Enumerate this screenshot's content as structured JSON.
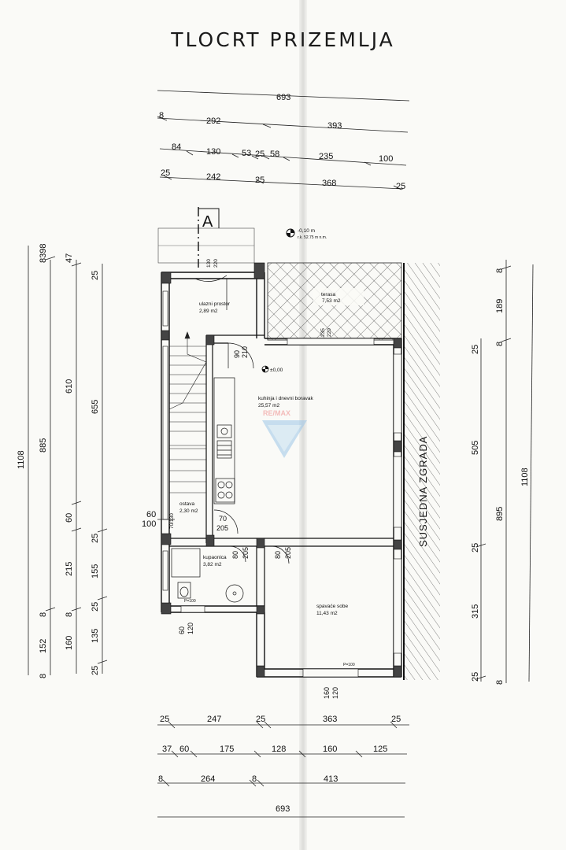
{
  "title": "TLOCRT PRIZEMLJA",
  "labels": {
    "section": "A",
    "neighbour": "SUSJEDNA ZGRADA",
    "watermark": "RE/MAX"
  },
  "levels": {
    "exterior": "-0,10 m",
    "exterior_abs": "r.k. 52.75 m n.m.",
    "interior": "±0,00"
  },
  "rooms": {
    "entry": {
      "name": "ulazni prostor",
      "area": "2,89 m2"
    },
    "terrace": {
      "name": "terasa",
      "area": "7,53 m2"
    },
    "kitchen": {
      "name": "kuhinja i dnevni boravak",
      "area": "25,57 m2"
    },
    "storage": {
      "name": "ostava",
      "area": "2,30 m2"
    },
    "bathroom": {
      "name": "kupaonica",
      "area": "3,82 m2"
    },
    "bedroom": {
      "name": "spavaće sobe",
      "area": "11,43 m2"
    }
  },
  "openings": {
    "entry": [
      "130",
      "220"
    ],
    "kitchen": [
      "90",
      "210"
    ],
    "terrace": [
      "235",
      "220"
    ],
    "storage": [
      "70",
      "205"
    ],
    "storage_small": "70/130",
    "bathroom": [
      "80",
      "205"
    ],
    "bedroom": [
      "80",
      "205"
    ],
    "bath_window": [
      "60",
      "120"
    ],
    "bed_window": [
      "160",
      "120"
    ],
    "parapet_bath": "P=100",
    "parapet_bed": "P=100"
  },
  "dims": {
    "top_total": "693",
    "top_row1": [
      "8",
      "292",
      "393"
    ],
    "top_row2": [
      "84",
      "130",
      "53",
      "25",
      "58",
      "235",
      "100"
    ],
    "top_row3": [
      "25",
      "242",
      "25",
      "368",
      "25"
    ],
    "left": [
      "1108",
      "8398",
      "885",
      "8",
      "152",
      "8",
      "47",
      "610",
      "60",
      "215",
      "8",
      "160",
      "25",
      "655",
      "25",
      "155",
      "25",
      "135",
      "25"
    ],
    "right": [
      "8",
      "189",
      "8",
      "25",
      "505",
      "895",
      "25",
      "315",
      "25",
      "8",
      "1108"
    ],
    "storage_side": [
      "60",
      "100"
    ],
    "bottom_row1": [
      "25",
      "247",
      "25",
      "363",
      "25"
    ],
    "bottom_row2": [
      "37",
      "60",
      "175",
      "128",
      "160",
      "125"
    ],
    "bottom_row3": [
      "8",
      "264",
      "8",
      "413"
    ],
    "bottom_total": "693"
  }
}
